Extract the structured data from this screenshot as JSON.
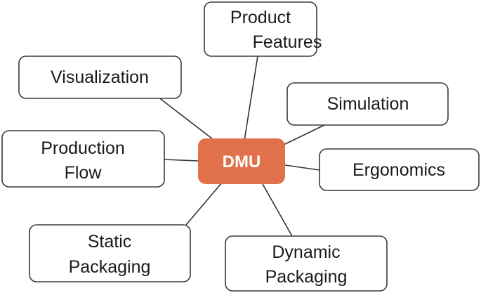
{
  "colors": {
    "center_fill": "#e0714a",
    "box_border": "#3a3a3a",
    "line": "#333333"
  },
  "center": {
    "label": "DMU"
  },
  "nodes": {
    "product_features": {
      "line1": "Product",
      "line2": "Features"
    },
    "visualization": {
      "line1": "Visualization"
    },
    "simulation": {
      "line1": "Simulation"
    },
    "production_flow": {
      "line1": "Production",
      "line2": "Flow"
    },
    "ergonomics": {
      "line1": "Ergonomics"
    },
    "static_packaging": {
      "line1": "Static",
      "line2": "Packaging"
    },
    "dynamic_packaging": {
      "line1": "Dynamic",
      "line2": "Packaging"
    }
  }
}
